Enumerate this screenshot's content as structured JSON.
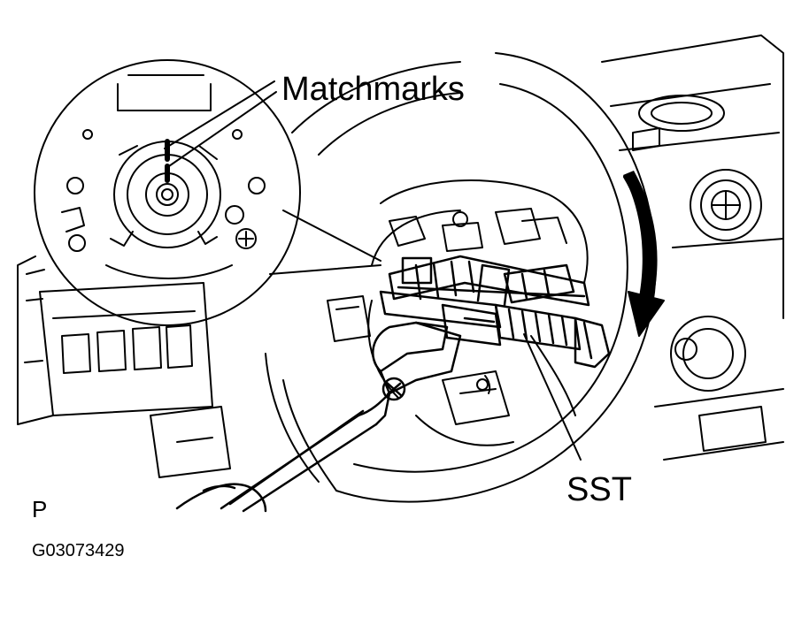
{
  "labels": {
    "matchmarks": "Matchmarks",
    "sst": "SST",
    "view_letter": "P",
    "figure_code": "G03073429"
  },
  "colors": {
    "line": "#000000",
    "background": "#ffffff"
  }
}
